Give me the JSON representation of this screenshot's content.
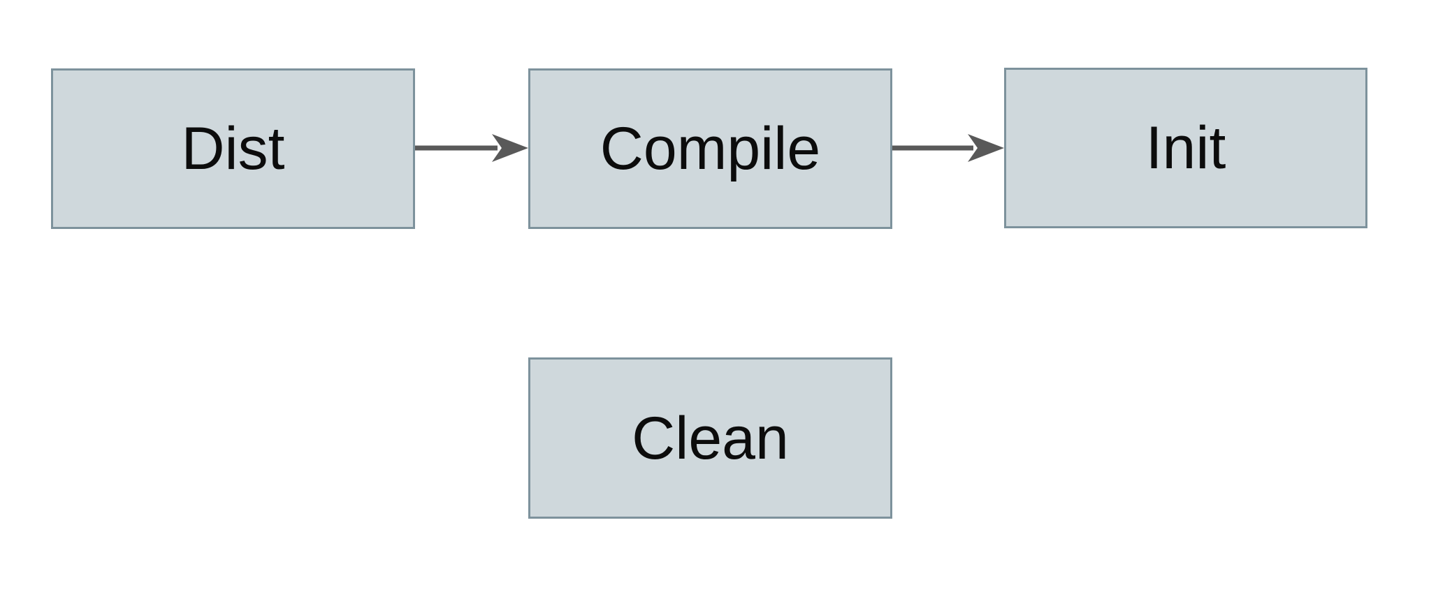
{
  "diagram": {
    "title": "build-targets-flowchart",
    "nodes": [
      {
        "id": "dist",
        "label": "Dist"
      },
      {
        "id": "compile",
        "label": "Compile"
      },
      {
        "id": "init",
        "label": "Init"
      },
      {
        "id": "clean",
        "label": "Clean"
      }
    ],
    "edges": [
      {
        "from": "dist",
        "to": "compile",
        "direction": "right"
      },
      {
        "from": "compile",
        "to": "init",
        "direction": "right"
      }
    ],
    "colors": {
      "node_fill": "#cfd8dc",
      "node_border": "#7d929c",
      "arrow": "#595959",
      "label": "#0c0c0c",
      "background": "#ffffff"
    }
  }
}
